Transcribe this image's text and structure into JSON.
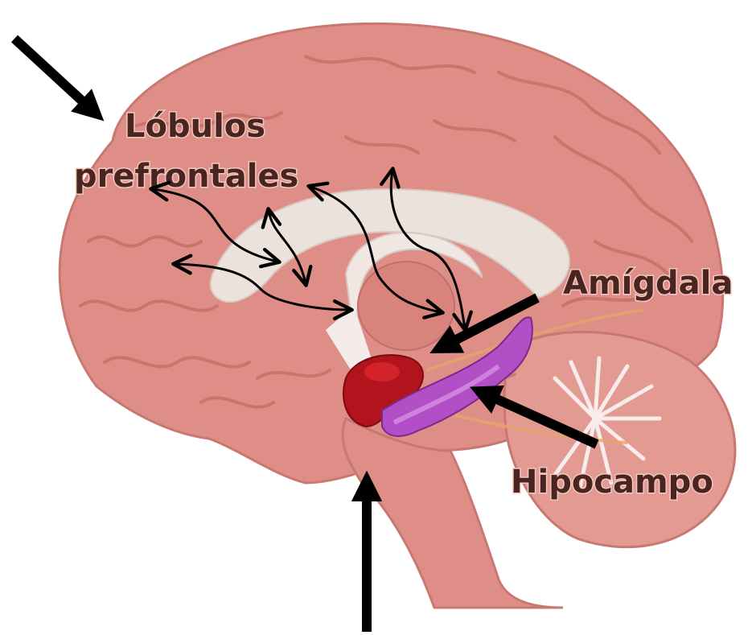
{
  "labels": {
    "prefrontal_line1": "Lóbulos",
    "prefrontal_line2": "prefrontales",
    "amygdala": "Amígdala",
    "hippocampus": "Hipocampo"
  },
  "colors": {
    "brain": "#de8e86",
    "brain_fold": "#b8625c",
    "corpus_callosum": "#ece2dc",
    "amygdala": "#b1141c",
    "hippocampus": "#b24fc6",
    "arrow": "#000000",
    "label_text": "#4a2420"
  },
  "icons": {
    "pointer_arrow": "arrow-icon",
    "connection_arrow": "double-arrow-icon"
  }
}
